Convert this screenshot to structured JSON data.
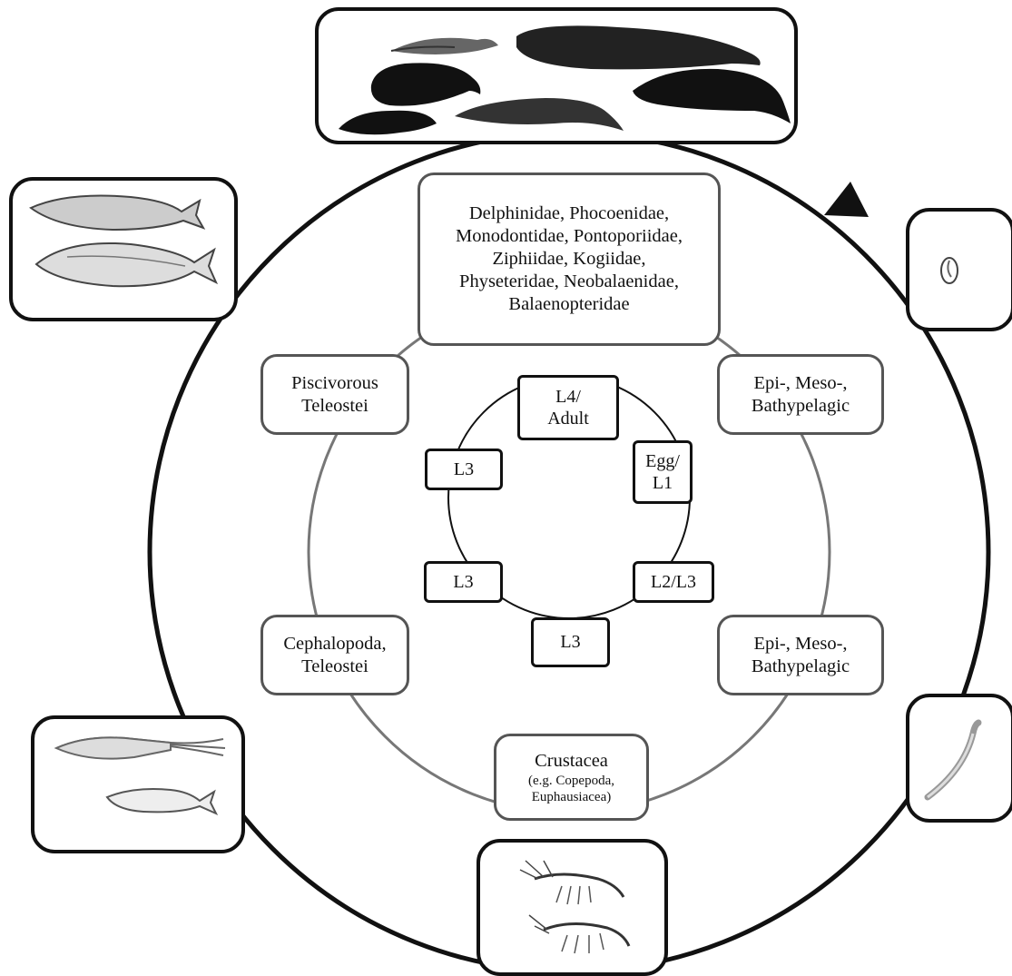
{
  "host_cycle": {
    "definitive_hosts": [
      "Delphinidae, Phocoenidae,",
      "Monodontidae, Pontoporiidae,",
      "Ziphiidae, Kogiidae,",
      "Physeteridae, Neobalaenidae,",
      "Balaenopteridae"
    ],
    "egg_habitat": [
      "Epi-, Meso-,",
      "Bathypelagic"
    ],
    "larva_habitat": [
      "Epi-, Meso-,",
      "Bathypelagic"
    ],
    "intermediate_host": {
      "line1": "Crustacea",
      "line2": "(e.g. Copepoda,",
      "line3": "Euphausiacea)"
    },
    "paratenic_hosts_1": [
      "Cephalopoda,",
      "Teleostei"
    ],
    "paratenic_hosts_2": [
      "Piscivorous",
      "Teleostei"
    ]
  },
  "life_stages": {
    "adult": [
      "L4/",
      "Adult"
    ],
    "egg": [
      "Egg/",
      "L1"
    ],
    "l2_l3": "L2/L3",
    "crustacean_stage": "L3",
    "cephalopod_stage": "L3",
    "fish_stage": "L3"
  },
  "illustrations": {
    "whales": "cetacean-silhouettes",
    "egg": "nematode-egg",
    "larva": "free-living-larva",
    "krill": "krill-drawings",
    "squid": "squid-and-fish-drawings",
    "fish": "teleost-fish-drawings"
  },
  "colors": {
    "outer_line": "#111111",
    "middle_line": "#777777",
    "inner_line": "#111111"
  }
}
